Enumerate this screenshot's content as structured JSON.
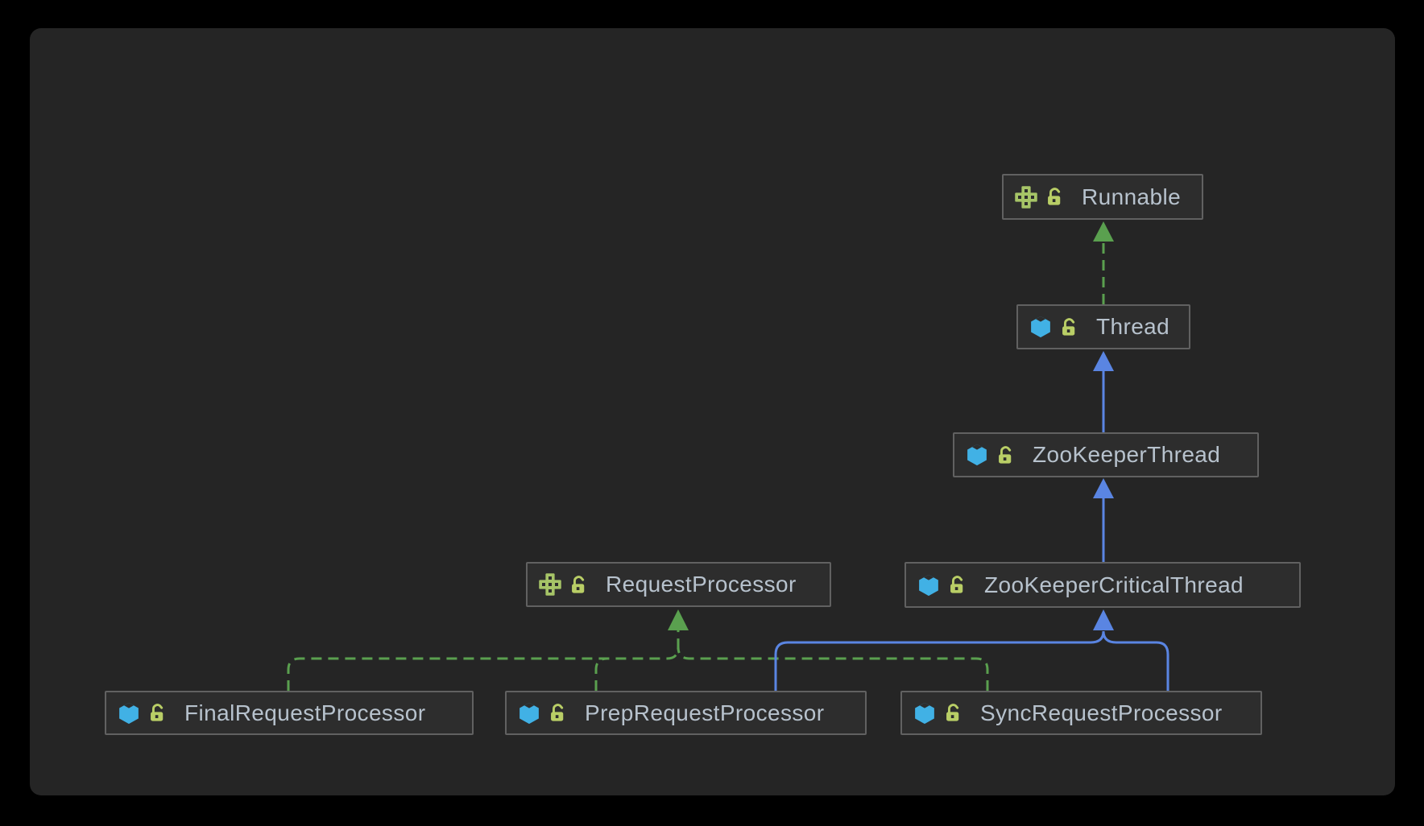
{
  "diagram": {
    "kind": "uml-class-diagram",
    "nodes": [
      {
        "id": "runnable",
        "label": "Runnable",
        "element_kind": "interface",
        "visibility": "public"
      },
      {
        "id": "thread",
        "label": "Thread",
        "element_kind": "class",
        "visibility": "public"
      },
      {
        "id": "zookeeper-thread",
        "label": "ZooKeeperThread",
        "element_kind": "class",
        "visibility": "public"
      },
      {
        "id": "zookeeper-critical-thread",
        "label": "ZooKeeperCriticalThread",
        "element_kind": "class",
        "visibility": "public"
      },
      {
        "id": "request-processor",
        "label": "RequestProcessor",
        "element_kind": "interface",
        "visibility": "public"
      },
      {
        "id": "final-request-processor",
        "label": "FinalRequestProcessor",
        "element_kind": "class",
        "visibility": "public"
      },
      {
        "id": "prep-request-processor",
        "label": "PrepRequestProcessor",
        "element_kind": "class",
        "visibility": "public"
      },
      {
        "id": "sync-request-processor",
        "label": "SyncRequestProcessor",
        "element_kind": "class",
        "visibility": "public"
      }
    ],
    "edges": [
      {
        "from": "Thread",
        "to": "Runnable",
        "type": "implements",
        "style": "dashed",
        "color": "#5AA04F"
      },
      {
        "from": "ZooKeeperThread",
        "to": "Thread",
        "type": "extends",
        "style": "solid",
        "color": "#5A85E2"
      },
      {
        "from": "ZooKeeperCriticalThread",
        "to": "ZooKeeperThread",
        "type": "extends",
        "style": "solid",
        "color": "#5A85E2"
      },
      {
        "from": "FinalRequestProcessor",
        "to": "RequestProcessor",
        "type": "implements",
        "style": "dashed",
        "color": "#5AA04F"
      },
      {
        "from": "PrepRequestProcessor",
        "to": "RequestProcessor",
        "type": "implements",
        "style": "dashed",
        "color": "#5AA04F"
      },
      {
        "from": "SyncRequestProcessor",
        "to": "RequestProcessor",
        "type": "implements",
        "style": "dashed",
        "color": "#5AA04F"
      },
      {
        "from": "PrepRequestProcessor",
        "to": "ZooKeeperCriticalThread",
        "type": "extends",
        "style": "solid",
        "color": "#5A85E2"
      },
      {
        "from": "SyncRequestProcessor",
        "to": "ZooKeeperCriticalThread",
        "type": "extends",
        "style": "solid",
        "color": "#5A85E2"
      }
    ],
    "colors": {
      "canvas_background": "#252525",
      "outer_background": "#000000",
      "node_fill": "#2d2d2d",
      "node_border": "#616161",
      "node_text": "#B7C2CD",
      "implements_edge": "#5AA04F",
      "extends_edge": "#5A85E2",
      "class_icon_blue": "#41B1E5",
      "interface_icon_green": "#A6C467",
      "lock_icon_green": "#B9CE66"
    }
  }
}
